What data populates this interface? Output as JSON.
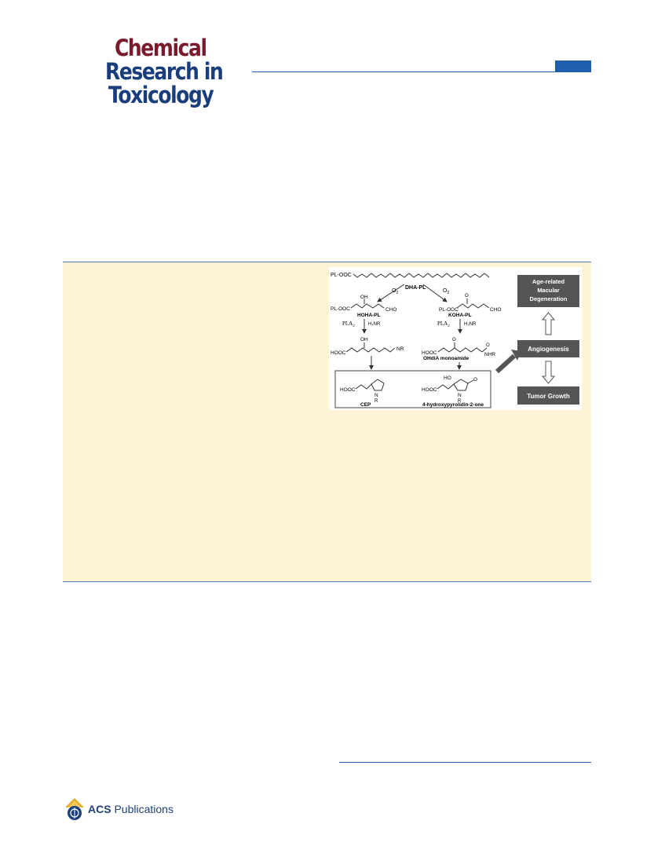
{
  "journal": {
    "name_line1": "Chemical",
    "name_line2": "Research in",
    "name_line3": "Toxicology"
  },
  "toc_graphic": {
    "start_group": "PL-OOC",
    "start_label": "DHA-PL",
    "o2_left": "O",
    "o2_right": "O",
    "o2_subscript": "2",
    "hoha_top_group": "OH",
    "hoha_left_group": "PL-OOC",
    "hoha_cho": "CHO",
    "hoha_label": "HOHA-PL",
    "koha_left_group": "PL-OOC",
    "koha_cho": "CHO",
    "koha_label": "KOHA-PL",
    "pla2_left": "PLA",
    "pla2_right": "PLA",
    "pla2_subscript": "2",
    "h2nr_left": "H₂NR",
    "h2nr_right": "H₂NR",
    "imine_oh": "OH",
    "imine_acid": "HOOC",
    "imine_nr": "NR",
    "amide_acid": "HOOC",
    "amide_nhr": "NHR",
    "amide_label": "OHdiA monoamide",
    "cep_acid": "HOOC",
    "cep_n": "N",
    "cep_r": "R",
    "cep_label": "CEP",
    "lactam_ho": "HO",
    "lactam_acid": "HOOC",
    "lactam_n": "N",
    "lactam_r": "R",
    "lactam_o": "O",
    "lactam_label": "4-hydroxypyrolidin-2-one",
    "box_amd_line1": "Age-related",
    "box_amd_line2": "Macular",
    "box_amd_line3": "Degeneration",
    "box_angiogenesis": "Angiogenesis",
    "box_tumor": "Tumor Growth"
  },
  "publisher": {
    "name_bold": "ACS",
    "name_rest": " Publications"
  },
  "colors": {
    "journal_red": "#7a1a2c",
    "journal_blue": "#1a3d7c",
    "rule_blue": "#1f5fae",
    "abstract_background": "#fff3d6",
    "figure_box": "#555555",
    "acs_gold": "#e7a823"
  }
}
